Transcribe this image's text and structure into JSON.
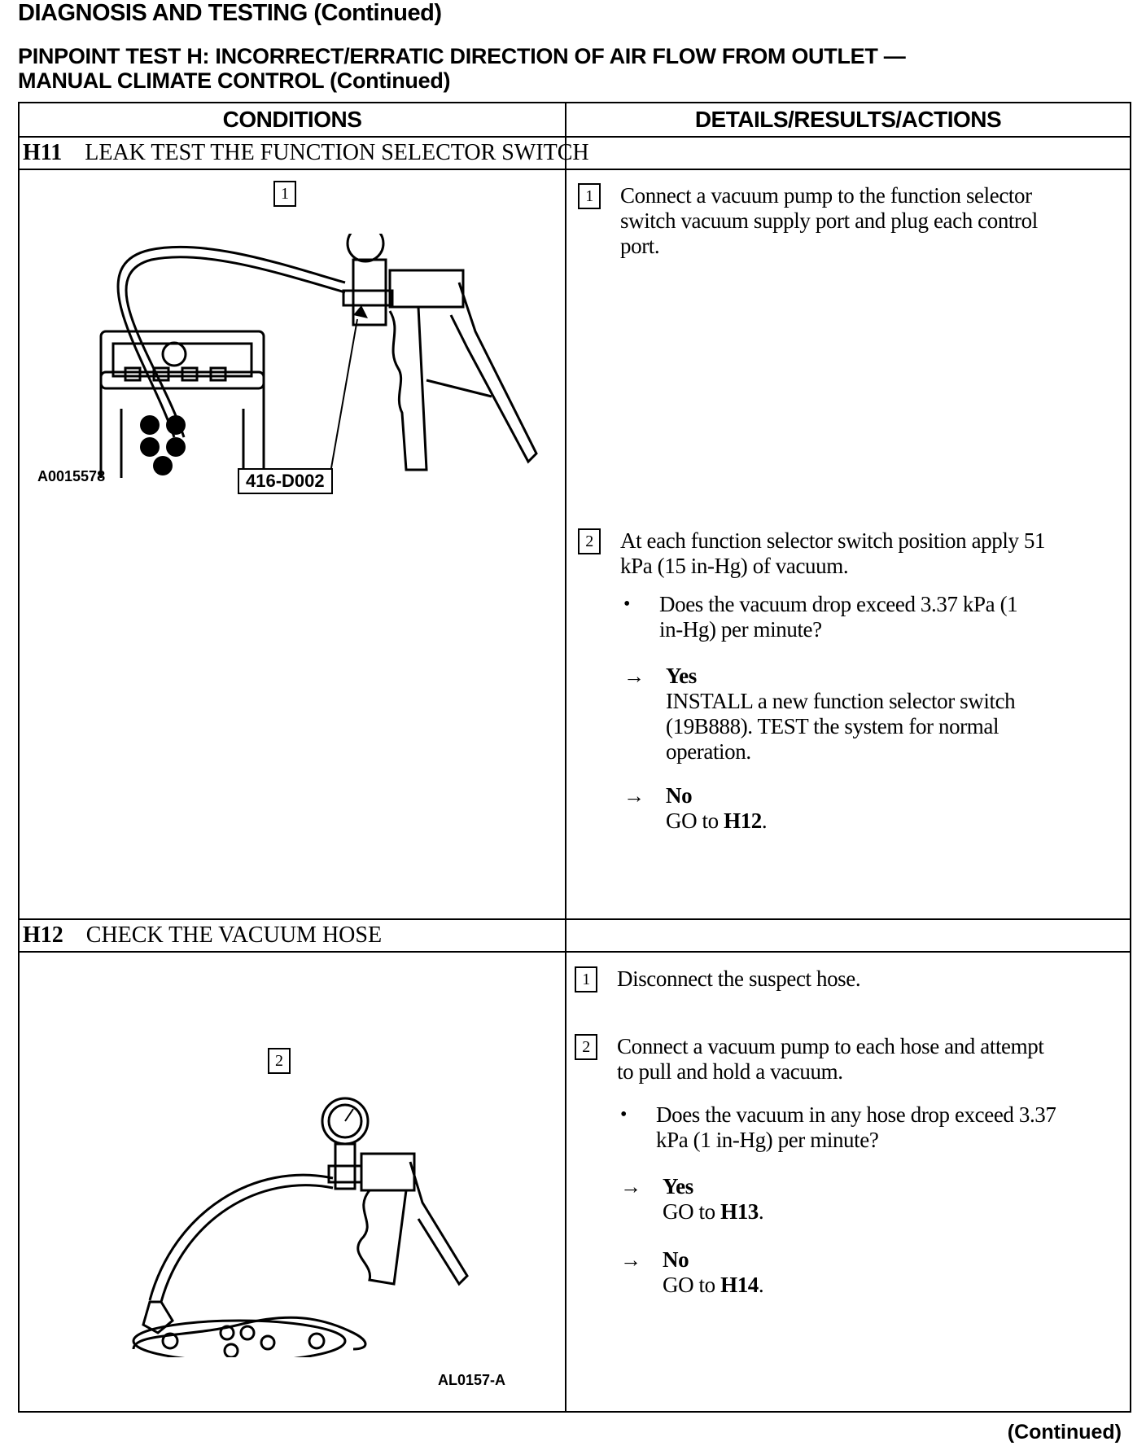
{
  "header": "DIAGNOSIS AND TESTING (Continued)",
  "pinpoint_title_line1": "PINPOINT TEST H: INCORRECT/ERRATIC DIRECTION OF AIR FLOW FROM OUTLET —",
  "pinpoint_title_line2": "MANUAL CLIMATE CONTROL (Continued)",
  "columns": {
    "conditions": "CONDITIONS",
    "details": "DETAILS/RESULTS/ACTIONS"
  },
  "steps": [
    {
      "code": "H11",
      "title": "LEAK TEST THE FUNCTION SELECTOR SWITCH",
      "figure": {
        "number": "1",
        "tool_label": "416-D002",
        "code": "A0015578"
      },
      "actions": [
        {
          "number": "1",
          "text_lines": [
            "Connect a vacuum pump to the function selector",
            "switch vacuum supply port and plug each control",
            "port."
          ]
        },
        {
          "number": "2",
          "text_lines": [
            "At each function selector switch position apply 51",
            "kPa (15 in-Hg) of vacuum."
          ]
        }
      ],
      "question_lines": [
        "Does the vacuum drop exceed 3.37 kPa (1",
        "in-Hg) per minute?"
      ],
      "results": [
        {
          "label": "Yes",
          "lines": [
            "INSTALL a new function selector switch",
            "(19B888). TEST  the system for normal",
            "operation."
          ]
        },
        {
          "label": "No",
          "goto_prefix": "GO to ",
          "goto_ref": "H12",
          "goto_suffix": "."
        }
      ]
    },
    {
      "code": "H12",
      "title": "CHECK THE VACUUM HOSE",
      "figure": {
        "number": "2",
        "code": "AL0157-A"
      },
      "actions": [
        {
          "number": "1",
          "text_lines": [
            "Disconnect the suspect hose."
          ]
        },
        {
          "number": "2",
          "text_lines": [
            "Connect a vacuum pump to each hose and attempt",
            "to pull and hold a vacuum."
          ]
        }
      ],
      "question_lines": [
        "Does the vacuum in any hose drop exceed 3.37",
        "kPa (1 in-Hg) per minute?"
      ],
      "results": [
        {
          "label": "Yes",
          "goto_prefix": "GO to ",
          "goto_ref": "H13",
          "goto_suffix": "."
        },
        {
          "label": "No",
          "goto_prefix": "GO to ",
          "goto_ref": "H14",
          "goto_suffix": "."
        }
      ]
    }
  ],
  "symbols": {
    "bullet": "•",
    "arrow": "→"
  },
  "footer": "(Continued)"
}
